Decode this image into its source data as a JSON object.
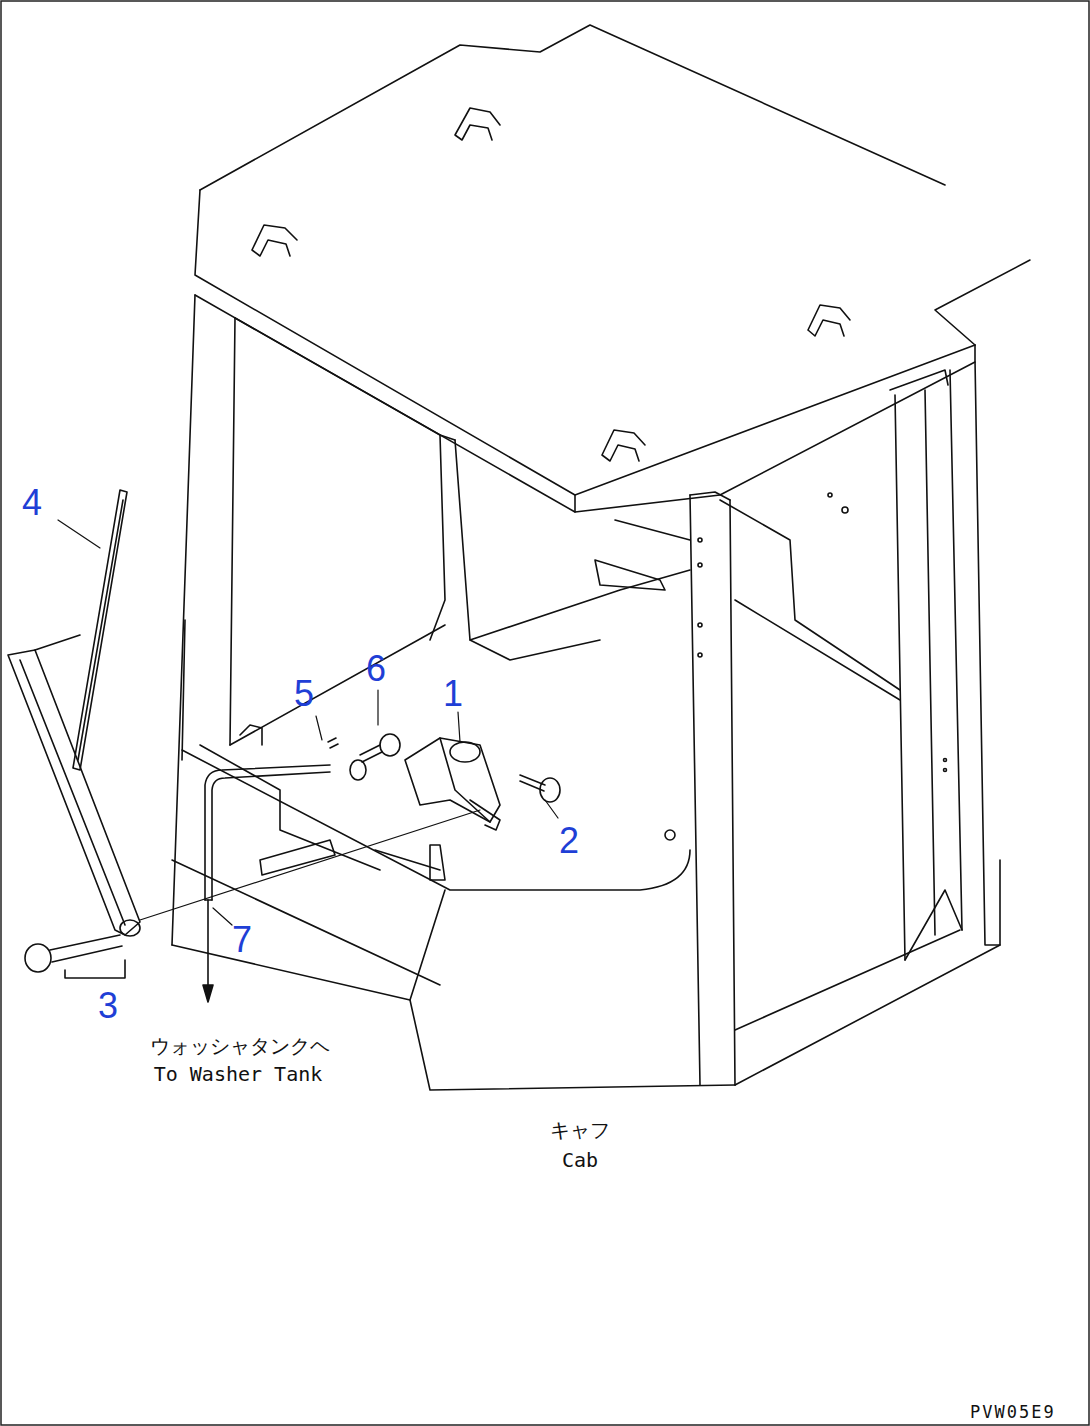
{
  "diagram": {
    "labels": [
      "4",
      "5",
      "6",
      "1",
      "2",
      "3",
      "7",
      "ウォッシャタンクヘ",
      "To Washer Tank",
      "キャフ",
      "Cab",
      "PVW05E9"
    ]
  }
}
